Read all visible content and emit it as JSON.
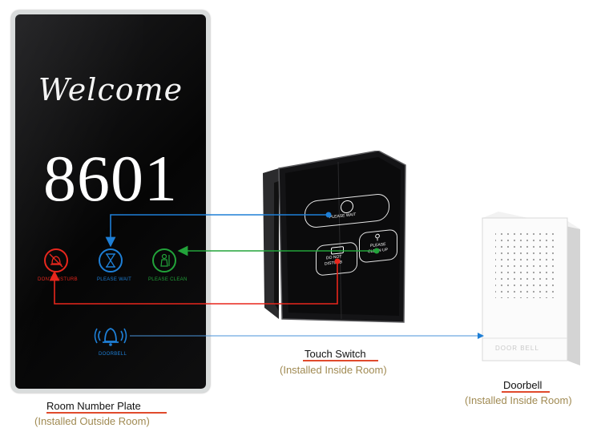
{
  "plate": {
    "welcome": "Welcome",
    "room_number": "8601",
    "dnd_label": "DON'T DISTURB",
    "wait_label": "PLEASE WAIT",
    "clean_label": "PLEASE CLEAN",
    "doorbell_label": "DOORBELL"
  },
  "switch": {
    "wait_label": "PLEASE WAIT",
    "dnd_label_line1": "DO NOT",
    "dnd_label_line2": "DISTURB",
    "clean_label_line1": "PLEASE",
    "clean_label_line2": "CLEAN UP"
  },
  "doorbell_device": {
    "label": "DOOR BELL"
  },
  "captions": {
    "plate_title": "Room Number Plate",
    "plate_sub": "(Installed Outside Room)",
    "switch_title": "Touch Switch",
    "switch_sub": "(Installed Inside Room)",
    "bell_title": "Doorbell",
    "bell_sub": "(Installed Inside Room)"
  },
  "colors": {
    "blue": "#1e7fd6",
    "red": "#e8261c",
    "green": "#22a33a",
    "caption_sub": "#a08a52"
  }
}
